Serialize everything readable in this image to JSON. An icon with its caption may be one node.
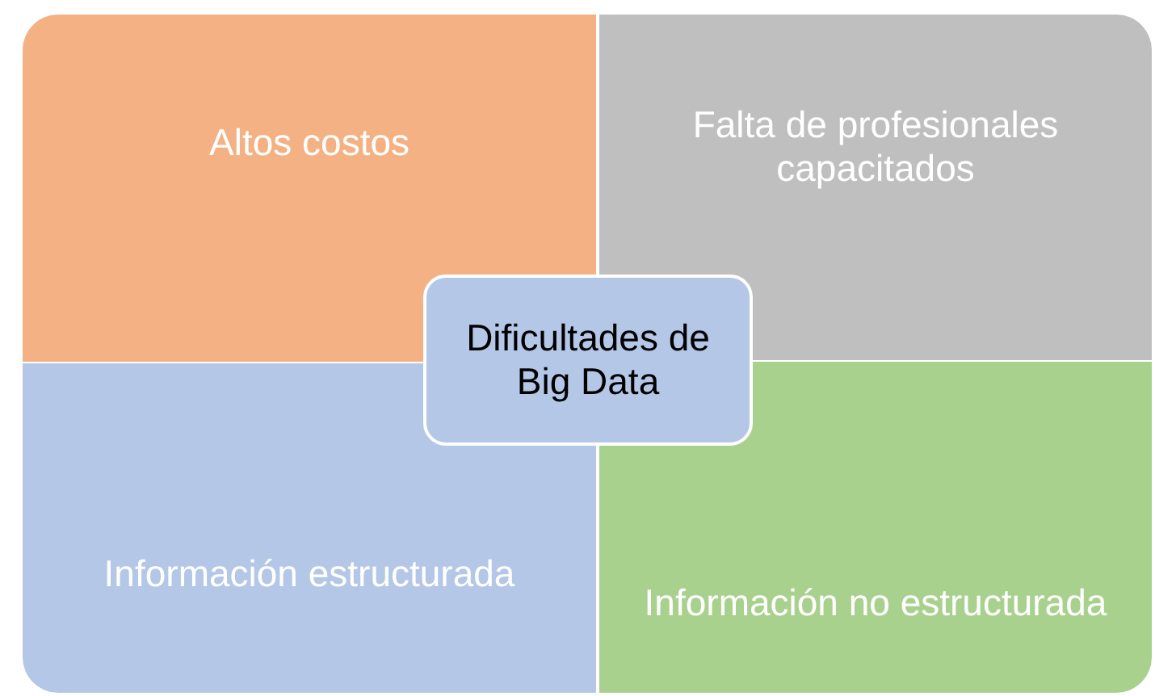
{
  "diagram": {
    "nodes": [
      {
        "text": [
          "Altos costos"
        ]
      },
      {
        "text": [
          "Falta de profesionales capacitados"
        ]
      },
      {
        "text": [
          "Dificultades de Big Data"
        ]
      },
      {
        "text": [
          "Información estructurada"
        ]
      },
      {
        "text": [
          "Información no estructurada"
        ]
      }
    ],
    "edges": []
  }
}
